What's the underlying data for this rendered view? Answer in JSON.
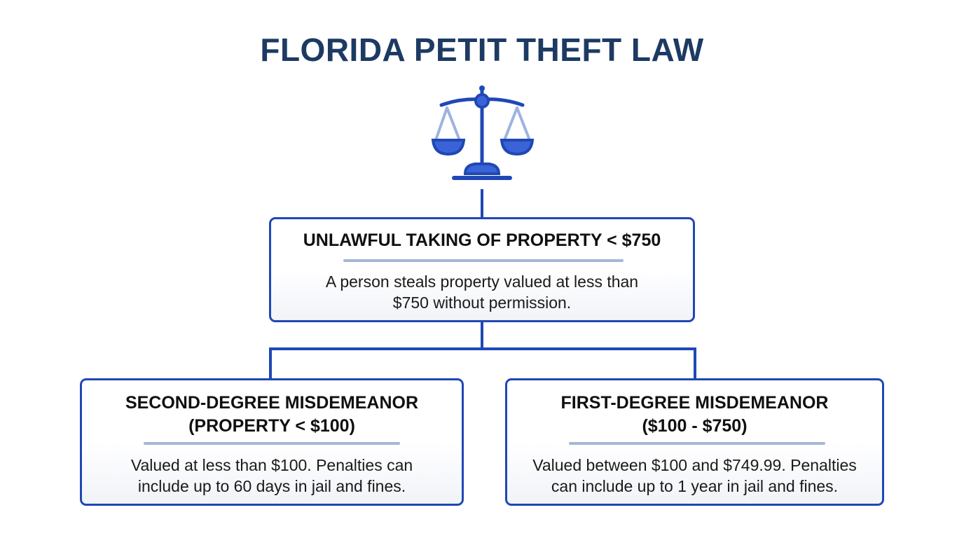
{
  "title": "FLORIDA PETIT THEFT LAW",
  "icons": {
    "header": "scales-of-justice-icon"
  },
  "colors": {
    "title": "#1d3a63",
    "border": "#1f48b5",
    "connector": "#1f48b5",
    "divider": "#a6b6d6",
    "icon": "#3b63d8"
  },
  "root": {
    "heading": "UNLAWFUL TAKING OF PROPERTY < $750",
    "description_line1": "A person steals property valued at less than",
    "description_line2": "$750 without permission."
  },
  "branches": [
    {
      "heading_line1": "SECOND-DEGREE MISDEMEANOR",
      "heading_line2": "(PROPERTY < $100)",
      "description_line1": "Valued at less than $100. Penalties can",
      "description_line2": "include up to 60 days in jail and fines."
    },
    {
      "heading_line1": "FIRST-DEGREE MISDEMEANOR",
      "heading_line2": "($100 - $750)",
      "description_line1": "Valued between $100 and $749.99. Penalties",
      "description_line2": "can include up to 1 year in jail and fines."
    }
  ]
}
